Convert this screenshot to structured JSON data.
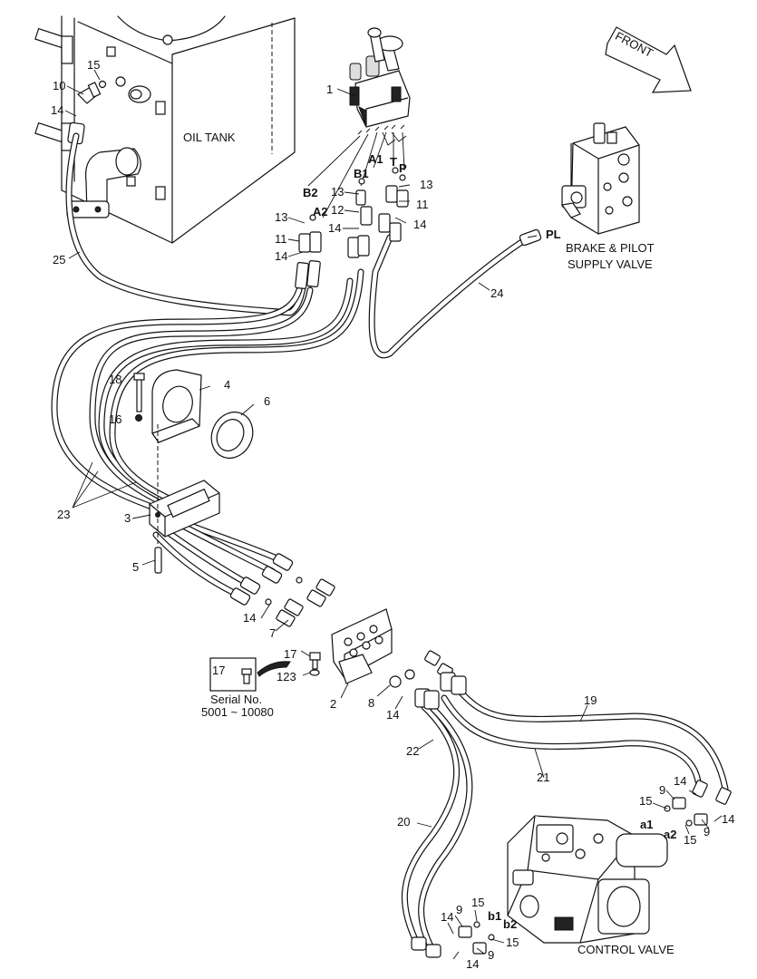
{
  "front_arrow": "FRONT",
  "captions": {
    "oil_tank": "OIL TANK",
    "brake_line1": "BRAKE & PILOT",
    "brake_line2": "SUPPLY VALVE",
    "control_valve": "CONTROL VALVE",
    "serial_line1": "Serial No.",
    "serial_line2": "5001 ~ 10080"
  },
  "part_numbers": {
    "n1": "1",
    "n2": "2",
    "n3": "3",
    "n4": "4",
    "n5": "5",
    "n6": "6",
    "n7": "7",
    "n8": "8",
    "n9a": "9",
    "n9b": "9",
    "n9c": "9",
    "n9d": "9",
    "n10": "10",
    "n11a": "11",
    "n11b": "11",
    "n12": "12",
    "n13a": "13",
    "n13b": "13",
    "n13c": "13",
    "n14a": "14",
    "n14b": "14",
    "n14c": "14",
    "n14d": "14",
    "n14e": "14",
    "n14f": "14",
    "n14g": "14",
    "n14h": "14",
    "n14i": "14",
    "n14j": "14",
    "n15a": "15",
    "n15b": "15",
    "n15c": "15",
    "n15d": "15",
    "n15e": "15",
    "n16": "16",
    "n17a": "17",
    "n17b": "17",
    "n18": "18",
    "n19": "19",
    "n20": "20",
    "n21": "21",
    "n22": "22",
    "n23": "23",
    "n24": "24",
    "n25": "25",
    "n123": "123"
  },
  "port_labels": {
    "B2": "B2",
    "A2": "A2",
    "B1": "B1",
    "A1": "A1",
    "T": "T",
    "P": "P",
    "PL": "PL",
    "a1": "a1",
    "a2": "a2",
    "b1": "b1",
    "b2": "b2"
  }
}
